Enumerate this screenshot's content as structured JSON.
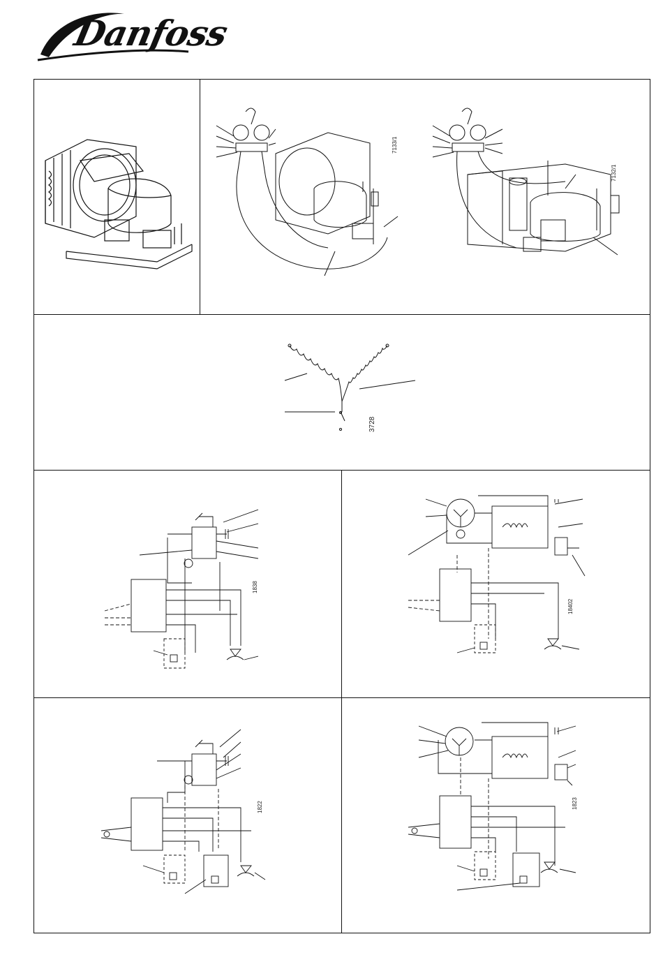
{
  "header": {
    "brand": "Danfoss"
  },
  "figures": {
    "service_unit_a": {
      "code": "7133/1"
    },
    "service_unit_b": {
      "code": "7132/1"
    },
    "windings": {
      "code": "3728"
    },
    "wiring_1": {
      "code": "1838"
    },
    "wiring_2": {
      "code": "18402"
    },
    "wiring_3": {
      "code": "1822"
    },
    "wiring_4": {
      "code": "1823"
    }
  },
  "colors": {
    "line": "#111111",
    "background": "#ffffff"
  }
}
